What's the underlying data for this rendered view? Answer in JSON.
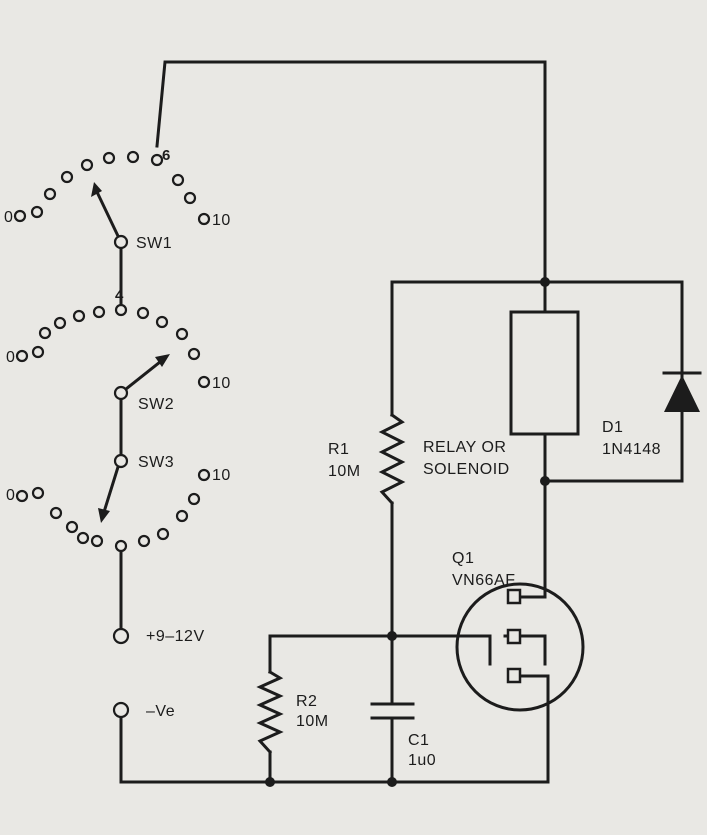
{
  "diagram": {
    "switches": {
      "sw1": {
        "label": "SW1",
        "first_pos": "0",
        "last_pos": "10",
        "tap": "6"
      },
      "sw2": {
        "label": "SW2",
        "first_pos": "0",
        "last_pos": "10",
        "tap": "4"
      },
      "sw3": {
        "label": "SW3",
        "first_pos": "0",
        "last_pos": "10"
      }
    },
    "terminals": {
      "positive": "+9–12V",
      "negative": "–Ve"
    },
    "components": {
      "r1": {
        "ref": "R1",
        "value": "10M"
      },
      "r2": {
        "ref": "R2",
        "value": "10M"
      },
      "c1": {
        "ref": "C1",
        "value": "1u0"
      },
      "d1": {
        "ref": "D1",
        "value": "1N4148"
      },
      "q1": {
        "ref": "Q1",
        "value": "VN66AF"
      },
      "relay": {
        "line1": "RELAY OR",
        "line2": "SOLENOID"
      }
    }
  }
}
